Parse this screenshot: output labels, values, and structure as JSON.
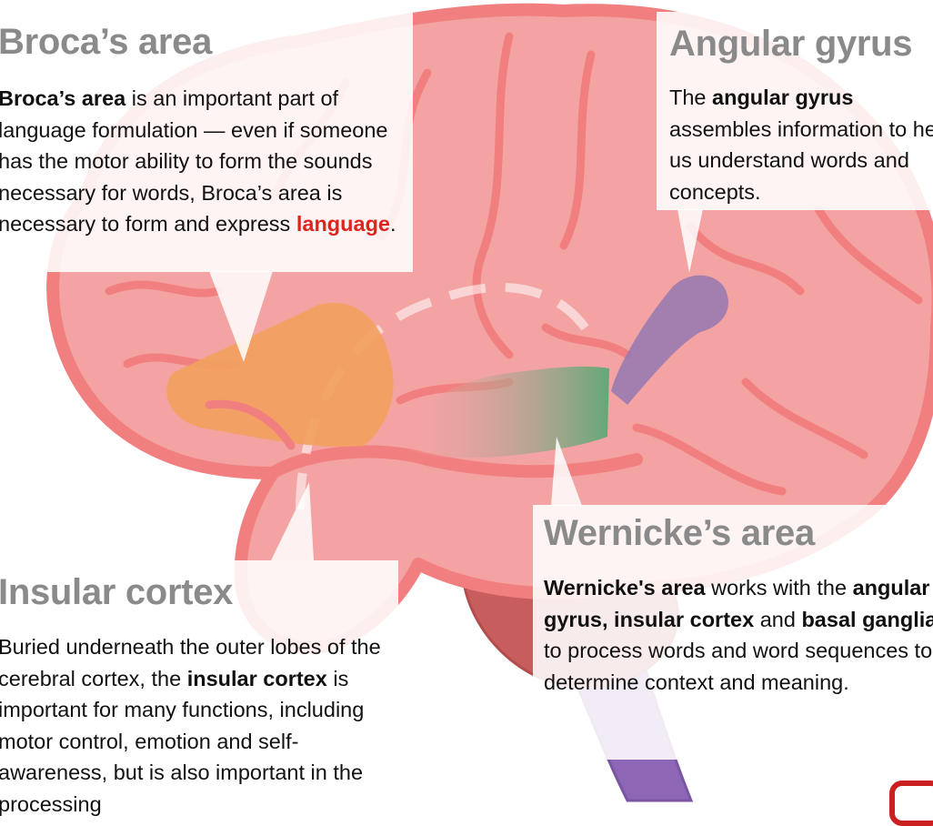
{
  "colors": {
    "brain_fill": "#f4a3a3",
    "brain_outline": "#f27f7f",
    "broca_region": "#f2a060",
    "wernicke_region": "#63a878",
    "angular_region": "#9a7bb0",
    "brainstem": "#8d66b6",
    "cerebellum": "#c75d5d",
    "heading_gray": "#8a8a8a",
    "highlight_red": "#e0231f"
  },
  "broca": {
    "title": "Broca’s area",
    "term": "Broca’s area",
    "text_1": " is an important part of language formulation — even if someone has the motor ability to form the sounds necessary for words, Broca’s area is necessary to form and express ",
    "highlight": "language",
    "text_2": "."
  },
  "angular": {
    "title": "Angular gyrus",
    "text_1": "The ",
    "term": "angular gyrus",
    "text_2": " assembles information to help us understand words and concepts."
  },
  "wernicke": {
    "title": "Wernicke’s area",
    "term": "Wernicke's area",
    "text_1": " works with the ",
    "term_2": "angular gyrus, insular cortex",
    "text_2": " and ",
    "term_3": "basal ganglia",
    "text_3": " to process words and word sequences to determine context and meaning."
  },
  "insular": {
    "title": "Insular cortex",
    "text_1": "Buried underneath the outer lobes of the cerebral cortex, the ",
    "term": "insular cortex",
    "text_2": " is important for many functions, including motor control, emotion and self-awareness, but is also important in the processing"
  }
}
